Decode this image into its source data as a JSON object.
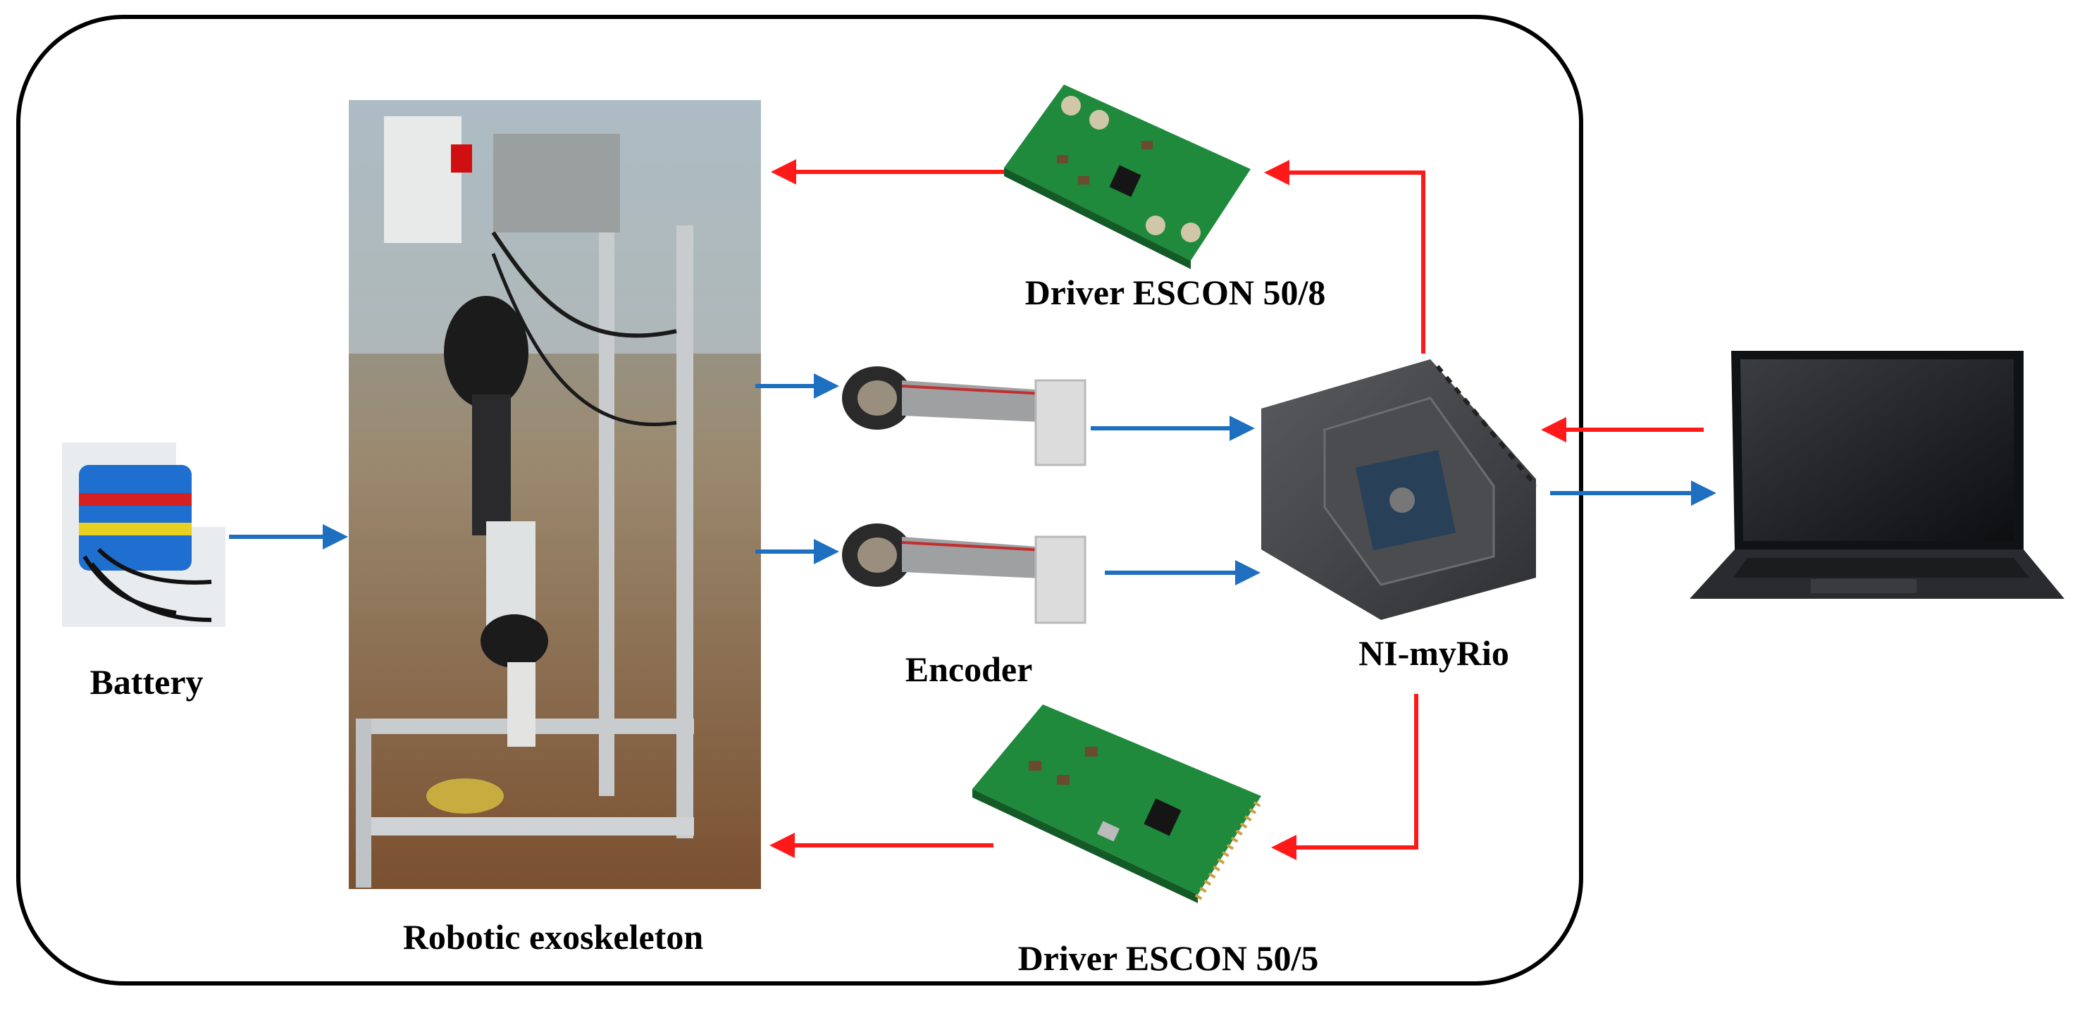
{
  "diagram": {
    "labels": {
      "battery": "Battery",
      "exoskeleton": "Robotic exoskeleton",
      "encoder": "Encoder",
      "driver_top": "Driver ESCON 50/8",
      "driver_bottom": "Driver ESCON 50/5",
      "myrio": "NI-myRio"
    },
    "colors": {
      "control_arrow": "#ff1a1a",
      "feedback_arrow": "#1f6fc0",
      "border": "#000000",
      "pcb": "#1f8a3c",
      "device_dark": "#3c3d40"
    },
    "components": [
      "battery",
      "robotic-exoskeleton",
      "encoder",
      "encoder",
      "driver-escon-50-8",
      "driver-escon-50-5",
      "ni-myrio",
      "laptop"
    ]
  }
}
